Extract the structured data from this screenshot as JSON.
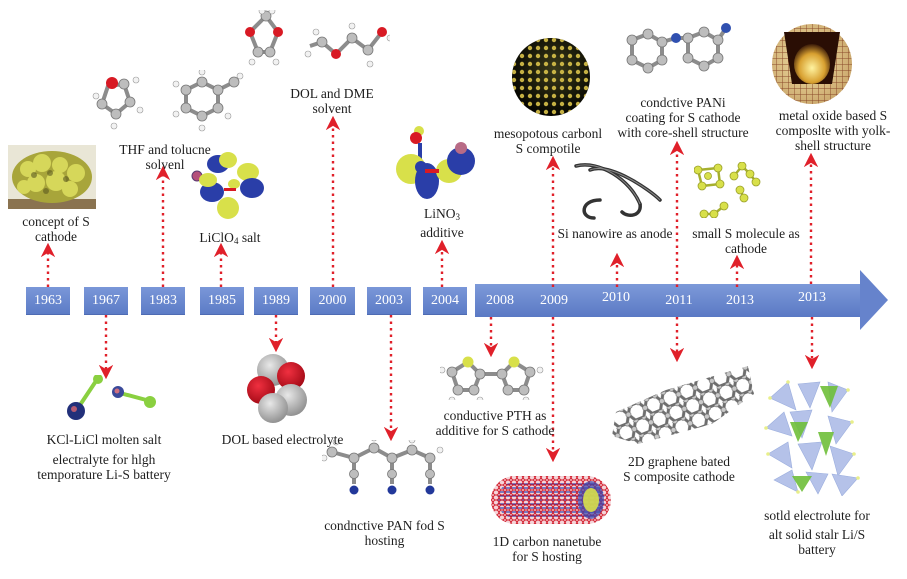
{
  "timeline": {
    "years": [
      {
        "label": "1963"
      },
      {
        "label": "1967"
      },
      {
        "label": "1983"
      },
      {
        "label": "1985"
      },
      {
        "label": "1989"
      },
      {
        "label": "2000"
      },
      {
        "label": "2003"
      },
      {
        "label": "2004"
      },
      {
        "label": "2008"
      },
      {
        "label": "2009"
      },
      {
        "label": "2010"
      },
      {
        "label": "2011"
      },
      {
        "label": "2013"
      },
      {
        "label": "2013"
      }
    ]
  },
  "events_above": [
    {
      "year": "1963",
      "lines": [
        "concept of S",
        "cathode"
      ],
      "image": "sulfur-rock"
    },
    {
      "year": "1983",
      "lines": [
        "THF and tolucne",
        "solvenl"
      ],
      "image": "thf-toluene-molecules"
    },
    {
      "year": "1985",
      "lines": [
        "LiClO",
        "4",
        " salt"
      ],
      "image": "liclo4-orbitals"
    },
    {
      "year": "2000",
      "lines": [
        "DOL and DME",
        "solvent"
      ],
      "image": "dol-dme-molecules"
    },
    {
      "year": "2004",
      "lines": [
        "LiNO",
        "3",
        "additive"
      ],
      "image": "lino3-orbitals"
    },
    {
      "year": "2009",
      "lines": [
        "mesopotous carbonl",
        "S compotile"
      ],
      "image": "mesoporous-carbon-sphere"
    },
    {
      "year": "2010",
      "lines": [
        "Si nanowire as anode"
      ],
      "image": "si-nanowire"
    },
    {
      "year": "2011",
      "lines": [
        "condctive PANi",
        "coating for S cathode",
        "with core-shell structure"
      ],
      "image": "pani-molecule"
    },
    {
      "year": "2013",
      "lines": [
        "small S molecule as",
        "cathode"
      ],
      "image": "small-s-molecules"
    },
    {
      "year": "2013",
      "lines": [
        "metal oxide based S",
        "composlte with yolk-",
        "shell structure"
      ],
      "image": "yolk-shell-sphere"
    }
  ],
  "events_below": [
    {
      "year": "1967",
      "lines": [
        "KCl-LiCl molten salt",
        "electralyte for hlgh",
        "temporature Li-S battery"
      ],
      "image": "kcl-licl-molecules"
    },
    {
      "year": "1989",
      "lines": [
        "DOL based electrolyte"
      ],
      "image": "dol-space-filling"
    },
    {
      "year": "2003",
      "lines": [
        "condnctive PAN fod S",
        "hosting"
      ],
      "image": "pan-chain"
    },
    {
      "year": "2008",
      "lines": [
        "conductive PTH as",
        "additive for S cathode"
      ],
      "image": "pth-bithiophene"
    },
    {
      "year": "2009",
      "lines": [
        "1D carbon nanetube",
        "for S hosting"
      ],
      "image": "carbon-nanotube"
    },
    {
      "year": "2011",
      "lines": [
        "2D graphene bated",
        "S composite cathode"
      ],
      "image": "graphene-sheet"
    },
    {
      "year": "2013",
      "lines": [
        "sotld electrolute for",
        "alt solid stalr Li/S",
        "battery"
      ],
      "image": "solid-electrolyte-crystal"
    }
  ],
  "colors": {
    "timeline_blue": "#6683cc",
    "connector_red": "#e0202a",
    "sulfur_yellow": "#d8e04a",
    "orbital_blue": "#2a3ea8",
    "oxygen_red": "#d81a24",
    "carbon_grey": "#9a9a9a"
  }
}
